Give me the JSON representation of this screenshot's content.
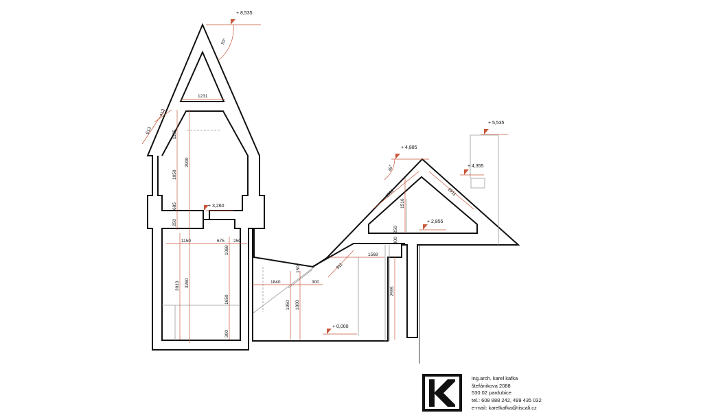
{
  "colors": {
    "wall": "#111111",
    "dimension": "#c8563a",
    "secondary": "#9a9a9a",
    "background": "#ffffff"
  },
  "title_block": {
    "line1": "ing.arch. karel kafka",
    "line2": "štefánikova 2088",
    "line3": "530 02 pardubice",
    "line4": "tel.: 608 888 242, 499 435 032",
    "line5": "e-mail: karelkafka@tiscali.cz"
  },
  "levels": {
    "ridge_tower": "+ 8,535",
    "chimney": "+ 5,535",
    "ridge_wing": "+ 4,885",
    "eave_wing": "+ 4,355",
    "floor_tower": "+ 3,260",
    "floor_wing_attic": "+ 2,855",
    "ground": "+ 0,000"
  },
  "angles": {
    "tower_roof": "70°",
    "wing_roof": "45°"
  },
  "dimensions": {
    "tower_attic_width": "1231",
    "tower_roof_thickness_a": "413",
    "tower_roof_thickness_b": "913",
    "tower_v1": "1165",
    "tower_v2": "2900",
    "tower_v3": "1050",
    "tower_v4": "685",
    "tower_v5": "250",
    "floor_h1": "1150",
    "floor_h2": "675",
    "floor_h3": "250",
    "ground_v1": "3010",
    "ground_v2": "3260",
    "ground_v3": "1068",
    "ground_v4": "1650",
    "ground_v5": "300",
    "stair_h1": "1840",
    "stair_h2": "300",
    "stair_v1": "1950",
    "stair_v2": "1800",
    "stair_small": "150",
    "wing_diag": "911",
    "wing_h1": "1568",
    "wing_v1": "2555",
    "attic_slope_l": "1911",
    "attic_slope_r": "1911",
    "attic_v1": "1516",
    "attic_v2": "250",
    "attic_v3": "300"
  }
}
